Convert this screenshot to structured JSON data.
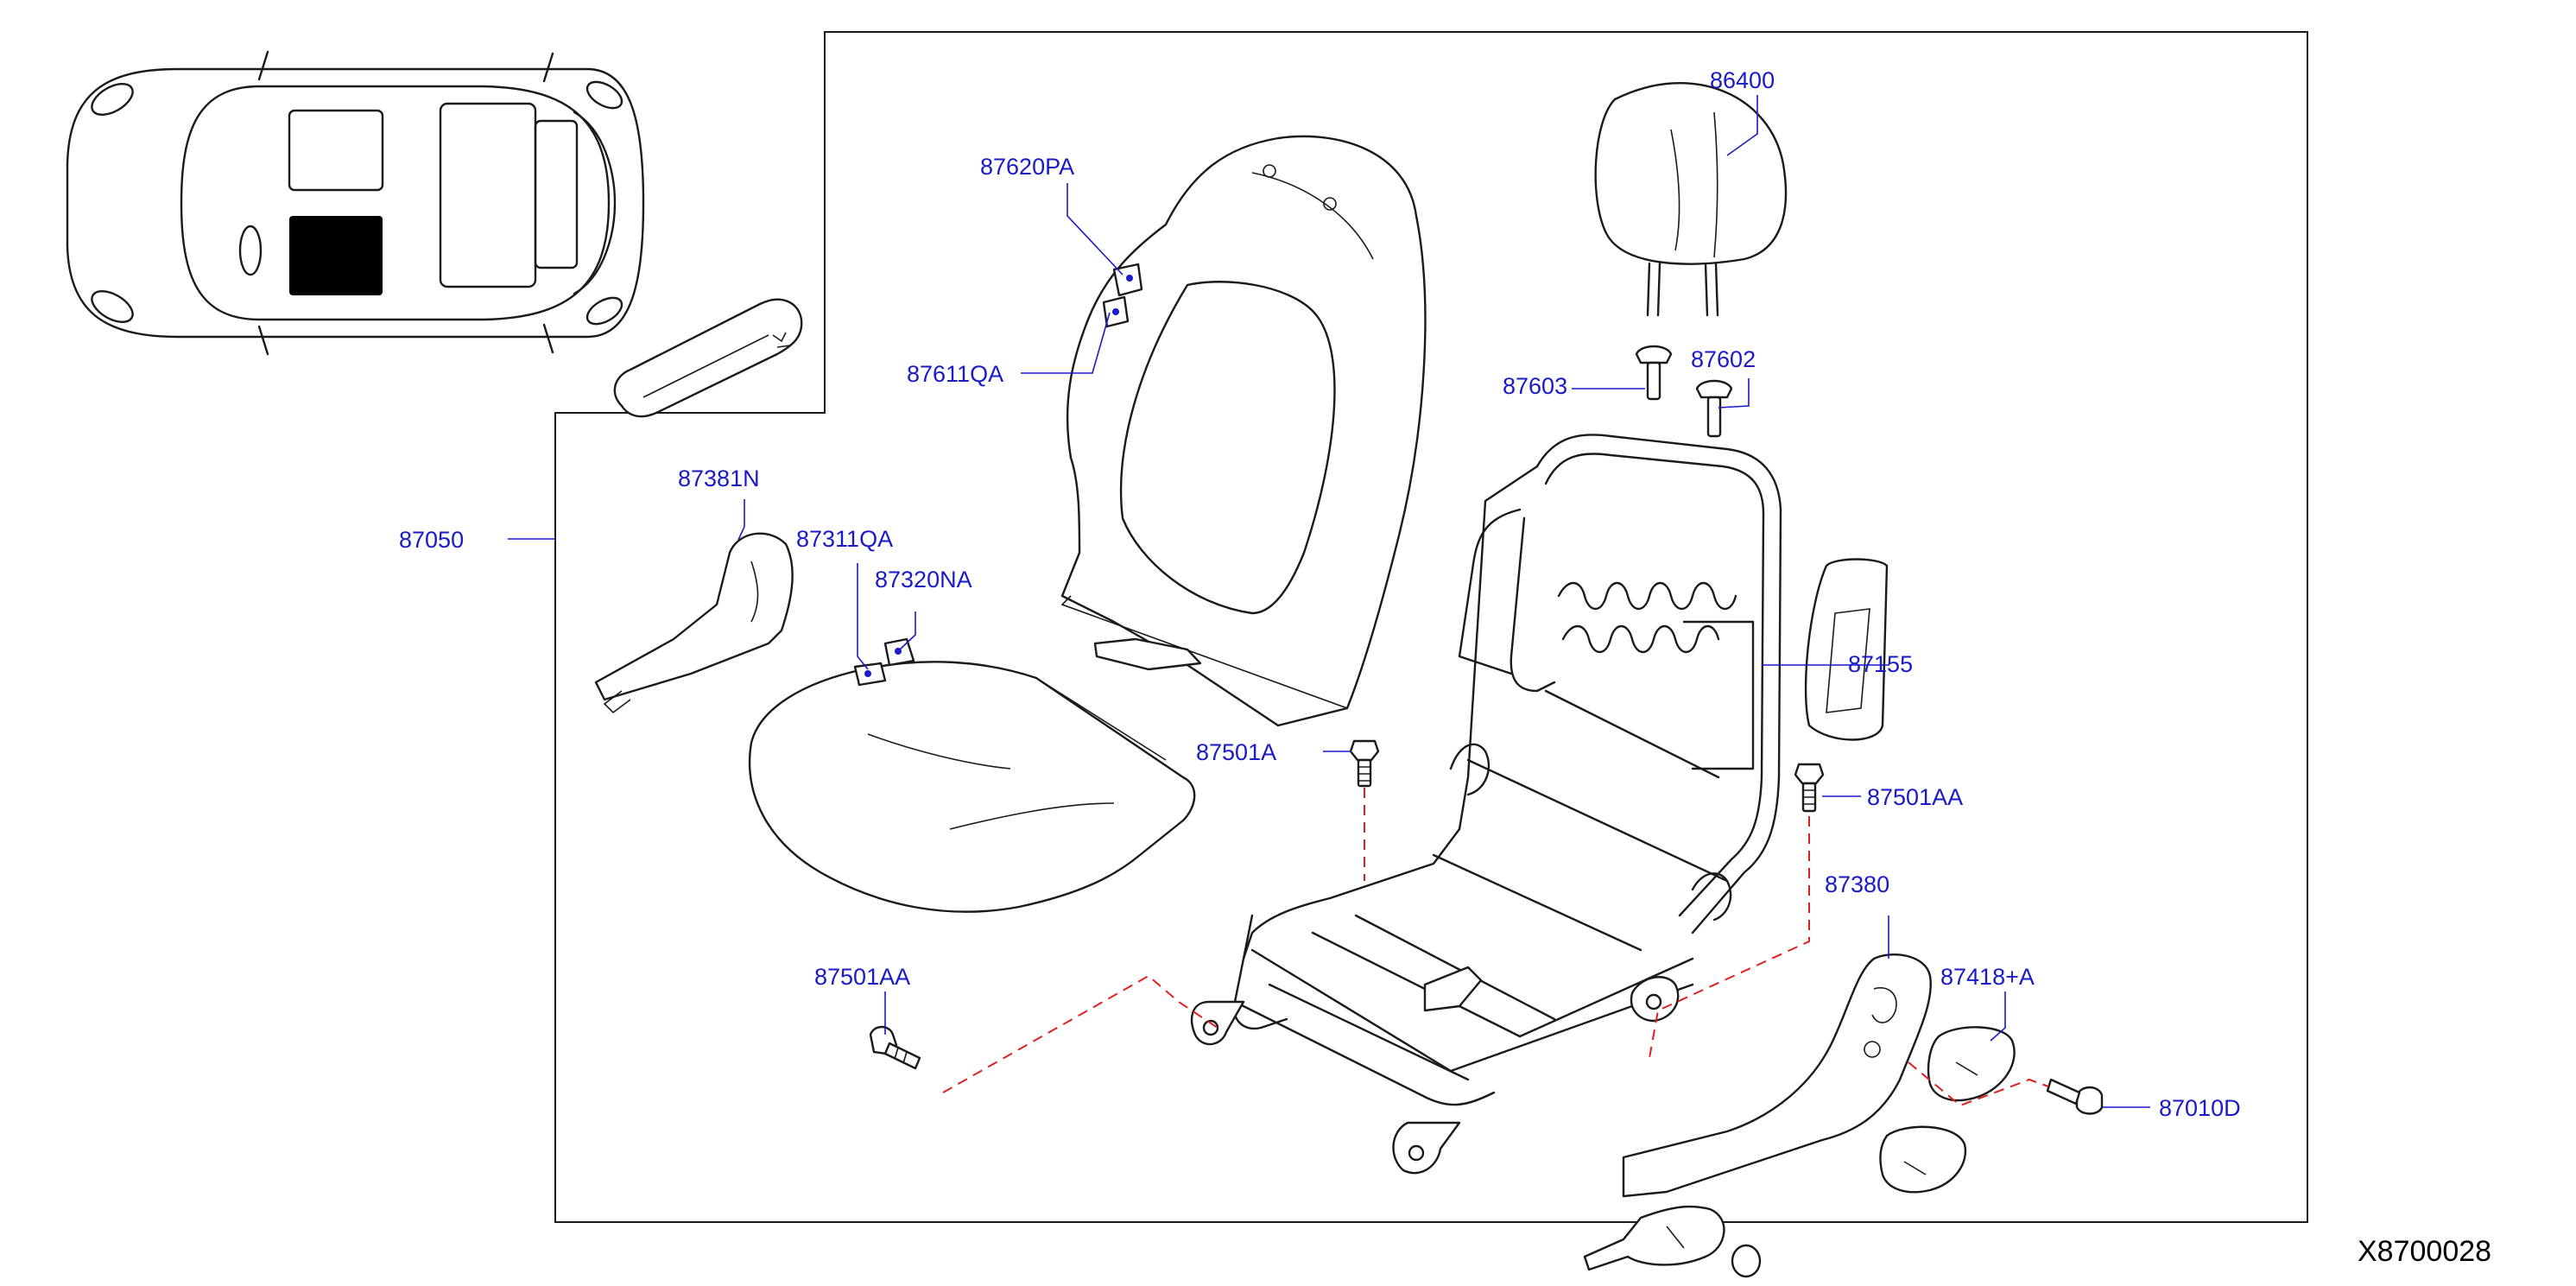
{
  "diagram": {
    "code": "X8700028",
    "colors": {
      "label": "#1a1ac8",
      "leader": "#1a1ac8",
      "drawing": "#1a1a1a",
      "dashed_guide": "#e02020",
      "highlight": "#000000"
    },
    "labels": {
      "p86400": "86400",
      "p87620PA": "87620PA",
      "p87611QA": "87611QA",
      "p87603": "87603",
      "p87602": "87602",
      "p87381N": "87381N",
      "p87050": "87050",
      "p87311QA": "87311QA",
      "p87320NA": "87320NA",
      "p87155": "87155",
      "p87501A": "87501A",
      "p87501AA_right": "87501AA",
      "p87380": "87380",
      "p87418A": "87418+A",
      "p87501AA_left": "87501AA",
      "p87010D": "87010D"
    }
  }
}
